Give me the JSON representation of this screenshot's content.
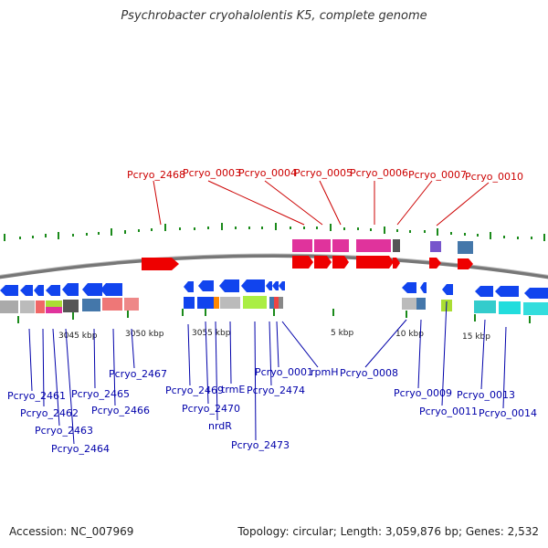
{
  "title": "Psychrobacter cryohalolentis K5, complete genome",
  "accession": "Accession: NC_007969",
  "summary": "Topology: circular; Length: 3,059,876 bp; Genes: 2,532",
  "colors": {
    "backbone": "#777777",
    "ticks": "#1a8a1a",
    "upper_labels": "#cc0000",
    "lower_labels": "#0000aa"
  },
  "scale_labels": [
    "3045 kbp",
    "3050 kbp",
    "3055 kbp",
    "5 kbp",
    "10 kbp",
    "15 kbp"
  ],
  "upper_labels": [
    "Pcryo_2468",
    "Pcryo_0003",
    "Pcryo_0004",
    "Pcryo_0005",
    "Pcryo_0006",
    "Pcryo_0007",
    "Pcryo_0010"
  ],
  "lower_labels": [
    "Pcryo_2461",
    "Pcryo_2462",
    "Pcryo_2463",
    "Pcryo_2464",
    "Pcryo_2465",
    "Pcryo_2466",
    "Pcryo_2467",
    "Pcryo_2469",
    "Pcryo_2470",
    "nrdR",
    "trmE",
    "Pcryo_2473",
    "Pcryo_2474",
    "Pcryo_0001",
    "rpmH",
    "Pcryo_0008",
    "Pcryo_0009",
    "Pcryo_0011",
    "Pcryo_0013",
    "Pcryo_0014"
  ]
}
